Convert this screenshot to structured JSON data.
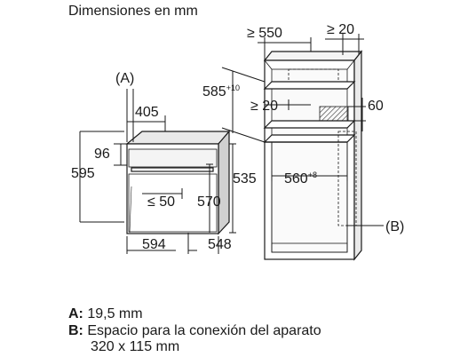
{
  "title": "Dimensiones en mm",
  "labels": {
    "a": "(A)",
    "b": "(B)",
    "d405": "405",
    "d96": "96",
    "d595": "595",
    "d50": "≤ 50",
    "d570": "570",
    "d535": "535",
    "d594": "594",
    "d548": "548",
    "d550": "≥ 550",
    "d20top": "≥ 20",
    "d585": "585",
    "d585sup": "+10",
    "d20mid": "≥ 20",
    "d60": "60",
    "d560": "560",
    "d560sup": "+8"
  },
  "legend": [
    {
      "key": "A:",
      "text": "19,5 mm"
    },
    {
      "key": "B:",
      "text": "Espacio para la conexión del aparato"
    },
    {
      "key": "",
      "text": "320 x 115 mm"
    }
  ]
}
